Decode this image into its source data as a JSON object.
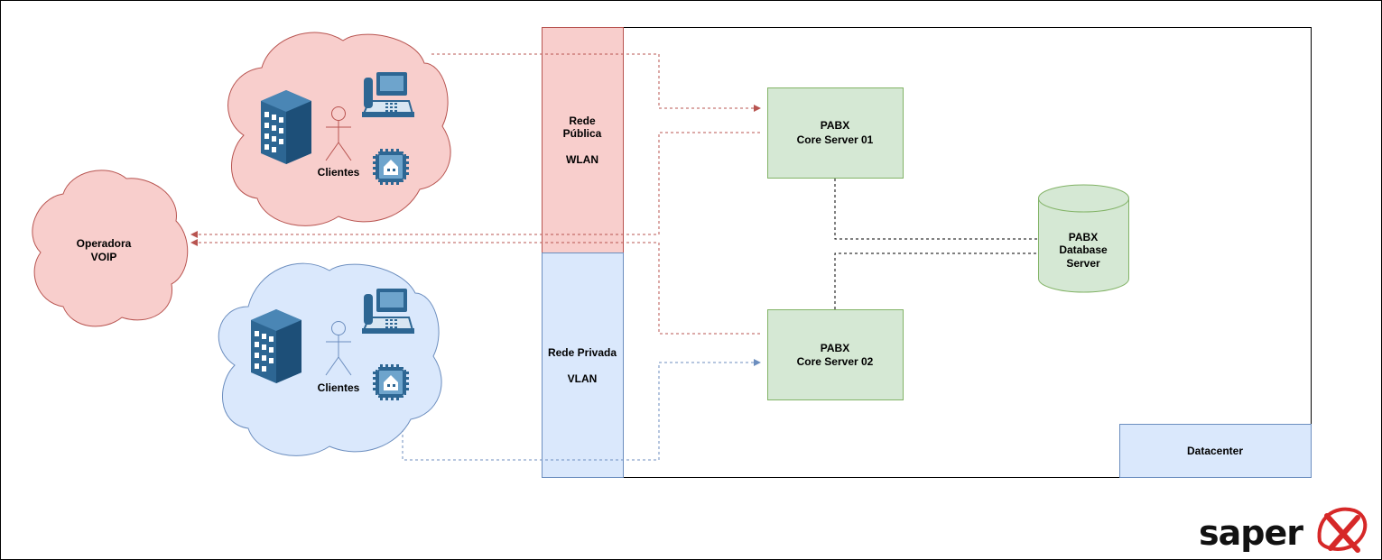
{
  "diagram": {
    "clouds": {
      "public_clients": {
        "label": "Clientes"
      },
      "private_clients": {
        "label": "Clientes"
      },
      "operator": {
        "label_line1": "Operadora",
        "label_line2": "VOIP"
      }
    },
    "networks": {
      "public": {
        "line1": "Rede",
        "line2": "Pública",
        "line3": "WLAN"
      },
      "private": {
        "line1": "Rede Privada",
        "line2": "VLAN"
      }
    },
    "servers": {
      "core1": {
        "line1": "PABX",
        "line2": "Core Server 01"
      },
      "core2": {
        "line1": "PABX",
        "line2": "Core Server 02"
      },
      "database": {
        "line1": "PABX",
        "line2": "Database",
        "line3": "Server"
      }
    },
    "datacenter": {
      "label": "Datacenter"
    },
    "logo": {
      "text": "saper"
    },
    "colors": {
      "public": "#f8cecc",
      "public_stroke": "#b85450",
      "private": "#dae8fc",
      "private_stroke": "#6c8ebf",
      "server": "#d5e8d4",
      "server_stroke": "#82b366",
      "icon_blue": "#2d6693",
      "logo_red": "#d62828"
    }
  }
}
